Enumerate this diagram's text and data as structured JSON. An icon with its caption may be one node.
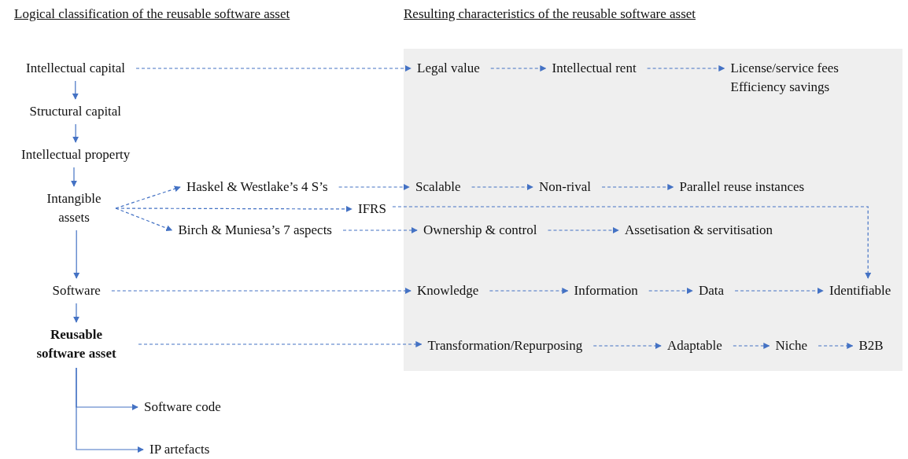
{
  "diagram": {
    "nodes": [
      {
        "text": [],
        "shape": "box"
      },
      {
        "text": [
          "Intellectual capital"
        ]
      },
      {
        "text": [
          "Structural capital"
        ]
      },
      {
        "text": [
          "Intellectual property"
        ]
      },
      {
        "text": [
          "Intangible assets"
        ]
      },
      {
        "text": [
          "Haskel & Westlake’s 4 S’s"
        ]
      },
      {
        "text": [
          "IFRS"
        ]
      },
      {
        "text": [
          "Birch & Muniesa’s 7 aspects"
        ]
      },
      {
        "text": [
          "Software"
        ]
      },
      {
        "text": [
          "Reusable software asset"
        ]
      },
      {
        "text": [
          "Software code"
        ]
      },
      {
        "text": [
          "IP artefacts"
        ]
      },
      {
        "text": [
          "Legal value"
        ],
        "in": 0
      },
      {
        "text": [
          "Intellectual rent"
        ],
        "in": 0
      },
      {
        "text": [
          "License/service  fees",
          "Efficiency savings"
        ],
        "in": 0
      },
      {
        "text": [
          "Scalable"
        ],
        "in": 0
      },
      {
        "text": [
          "Non-rival"
        ],
        "in": 0
      },
      {
        "text": [
          "Parallel reuse instances"
        ],
        "in": 0
      },
      {
        "text": [
          "Ownership & control"
        ],
        "in": 0
      },
      {
        "text": [
          "Assetisation & servitisation"
        ],
        "in": 0
      },
      {
        "text": [
          "Knowledge"
        ],
        "in": 0
      },
      {
        "text": [
          "Information"
        ],
        "in": 0
      },
      {
        "text": [
          "Data"
        ],
        "in": 0
      },
      {
        "text": [
          "Identifiable"
        ],
        "in": 0
      },
      {
        "text": [
          "Transformation/Repurposing"
        ],
        "in": 0
      },
      {
        "text": [
          "Adaptable"
        ],
        "in": 0
      },
      {
        "text": [
          "Niche"
        ],
        "in": 0
      },
      {
        "text": [
          "B2B"
        ],
        "in": 0
      }
    ],
    "edges": [
      {
        "from": 1,
        "to": 2,
        "arrow": "to"
      },
      {
        "from": 2,
        "to": 3,
        "arrow": "to"
      },
      {
        "from": 3,
        "to": 4,
        "arrow": "to"
      },
      {
        "from": 4,
        "to": 8,
        "arrow": "to"
      },
      {
        "from": 8,
        "to": 9,
        "arrow": "to"
      },
      {
        "from": 9,
        "to": 10,
        "arrow": "to"
      },
      {
        "from": 9,
        "to": 11,
        "arrow": "to"
      },
      {
        "from": 1,
        "to": 12,
        "arrow": "to",
        "style": "dashed"
      },
      {
        "from": 12,
        "to": 13,
        "arrow": "to",
        "style": "dashed"
      },
      {
        "from": 13,
        "to": 14,
        "arrow": "to",
        "style": "dashed"
      },
      {
        "from": 4,
        "to": 5,
        "arrow": "to",
        "style": "dashed"
      },
      {
        "from": 4,
        "to": 6,
        "arrow": "to",
        "style": "dashed"
      },
      {
        "from": 4,
        "to": 7,
        "arrow": "to",
        "style": "dashed"
      },
      {
        "from": 5,
        "to": 15,
        "arrow": "to",
        "style": "dashed"
      },
      {
        "from": 15,
        "to": 16,
        "arrow": "to",
        "style": "dashed"
      },
      {
        "from": 16,
        "to": 17,
        "arrow": "to",
        "style": "dashed"
      },
      {
        "from": 7,
        "to": 18,
        "arrow": "to",
        "style": "dashed"
      },
      {
        "from": 18,
        "to": 19,
        "arrow": "to",
        "style": "dashed"
      },
      {
        "from": 6,
        "to": 23,
        "arrow": "to",
        "style": "dashed"
      },
      {
        "from": 8,
        "to": 20,
        "arrow": "to",
        "style": "dashed"
      },
      {
        "from": 20,
        "to": 21,
        "arrow": "to",
        "style": "dashed"
      },
      {
        "from": 21,
        "to": 22,
        "arrow": "to",
        "style": "dashed"
      },
      {
        "from": 22,
        "to": 23,
        "arrow": "to",
        "style": "dashed"
      },
      {
        "from": 9,
        "to": 24,
        "arrow": "to",
        "style": "dashed"
      },
      {
        "from": 24,
        "to": 25,
        "arrow": "to",
        "style": "dashed"
      },
      {
        "from": 25,
        "to": 26,
        "arrow": "to",
        "style": "dashed"
      },
      {
        "from": 26,
        "to": 27,
        "arrow": "to",
        "style": "dashed"
      }
    ],
    "labels": [
      "Logical classification of the reusable software asset",
      "Resulting characteristics of the reusable software asset"
    ]
  }
}
